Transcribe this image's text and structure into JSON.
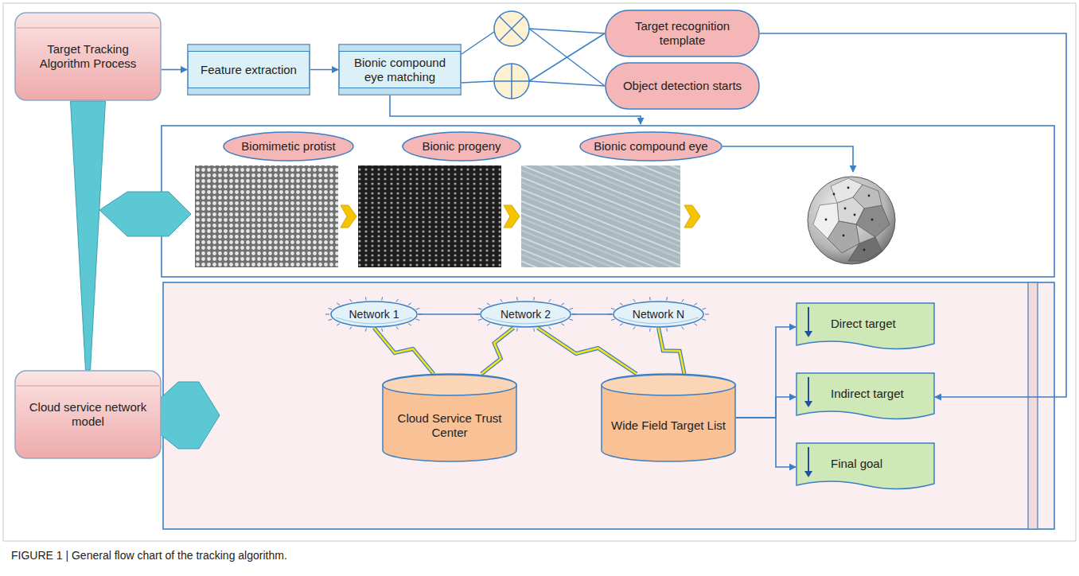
{
  "diagram": {
    "caption": "FIGURE 1 | General flow chart of the tracking algorithm.",
    "nodes": [
      {
        "text": [
          "Target Tracking Algorithm Process"
        ]
      },
      {
        "text": [
          "Feature extraction"
        ]
      },
      {
        "text": [
          "Bionic compound eye matching"
        ]
      },
      {
        "text": [
          "Target recognition template"
        ]
      },
      {
        "text": [
          "Object detection starts"
        ]
      },
      {
        "text": [
          "Biomimetic protist"
        ]
      },
      {
        "text": [
          "Bionic progeny"
        ]
      },
      {
        "text": [
          "Bionic compound eye"
        ]
      },
      {
        "text": [
          "Cloud service network model"
        ]
      },
      {
        "text": [
          "Network 1"
        ]
      },
      {
        "text": [
          "Network 2"
        ]
      },
      {
        "text": [
          "Network N"
        ]
      },
      {
        "text": [
          "Cloud Service Trust Center"
        ]
      },
      {
        "text": [
          "Wide Field Target List"
        ]
      },
      {
        "text": [
          "Direct target"
        ]
      },
      {
        "text": [
          "Indirect target"
        ]
      },
      {
        "text": [
          "Final goal"
        ]
      }
    ],
    "edges": [
      {
        "from": 0,
        "to": 1,
        "arrow": "to"
      },
      {
        "from": 1,
        "to": 2,
        "arrow": "to"
      },
      {
        "from": 3,
        "to": 15,
        "arrow": "to"
      },
      {
        "from": 0,
        "to": 8,
        "arrow": "none"
      },
      {
        "from": 9,
        "to": 10,
        "arrow": "none"
      },
      {
        "from": 10,
        "to": 11,
        "arrow": "none"
      },
      {
        "from": 9,
        "to": 12,
        "arrow": "none"
      },
      {
        "from": 10,
        "to": 12,
        "arrow": "none"
      },
      {
        "from": 10,
        "to": 13,
        "arrow": "none"
      },
      {
        "from": 11,
        "to": 13,
        "arrow": "none"
      },
      {
        "from": 13,
        "to": 14,
        "arrow": "to"
      },
      {
        "from": 13,
        "to": 15,
        "arrow": "to"
      },
      {
        "from": 13,
        "to": 16,
        "arrow": "to"
      }
    ]
  }
}
